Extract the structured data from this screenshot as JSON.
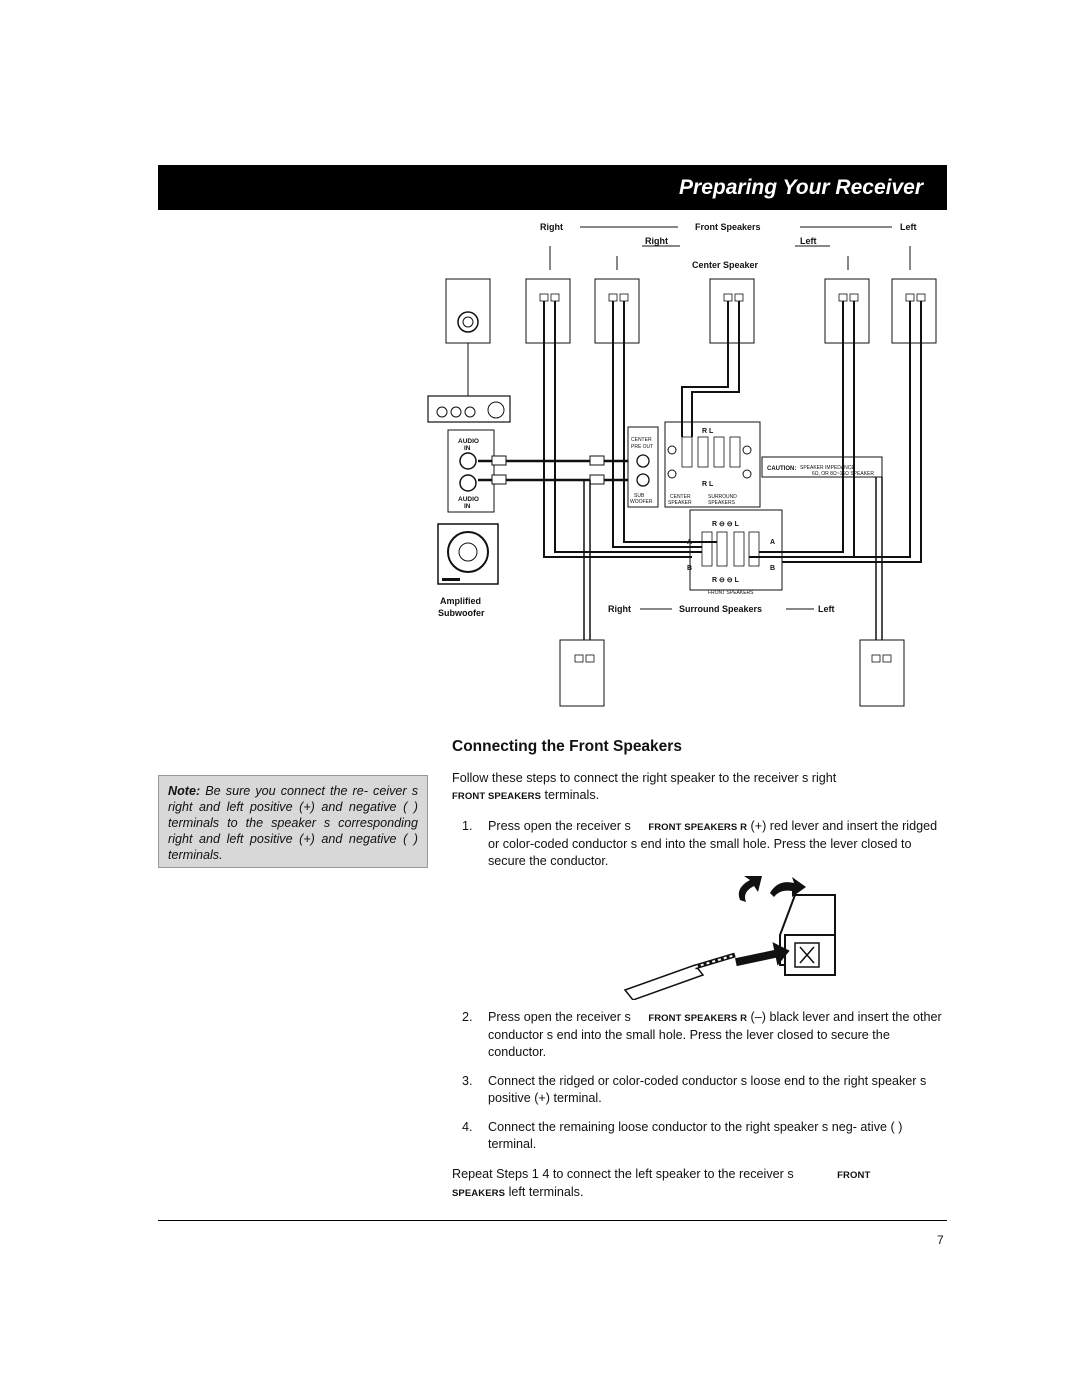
{
  "header": {
    "title": "Preparing Your Receiver"
  },
  "diagram": {
    "front_right": "Right",
    "front_speakers": "Front Speakers",
    "front_left": "Left",
    "center_right": "Right",
    "center_left": "Left",
    "center_speaker": "Center Speaker",
    "audio_in_1": "AUDIO",
    "audio_in_1b": "IN",
    "audio_in_2": "AUDIO",
    "audio_in_2b": "IN",
    "center_preout": "CENTER",
    "center_preout_b": "PRE OUT",
    "sub_woofer": "SUB",
    "sub_woofer_b": "WOOFER",
    "center_spk_lbl": "CENTER",
    "center_spk_lbl_b": "SPEAKER",
    "surround_lbl": "SURROUND",
    "surround_lbl_b": "SPEAKERS",
    "caution": "CAUTION:",
    "impedance": "SPEAKER IMPEDANCE",
    "impedance_b": "6Ω, OR 8Ω~16Ω SPEAKER",
    "rl_top": "R    L",
    "rl_mid": "R    L",
    "ab_a": "A",
    "ab_b": "B",
    "front_speakers_small": "FRONT SPEAKERS",
    "amplified": "Amplified",
    "subwoofer": "Subwoofer",
    "surround_right": "Right",
    "surround_speakers": "Surround Speakers",
    "surround_left": "Left"
  },
  "note": {
    "label": "Note:",
    "text": "Be sure you connect the re- ceiver s right and left positive (+) and negative ( ) terminals to the speaker s corresponding right and left positive (+) and negative ( ) terminals."
  },
  "section": {
    "title": "Connecting the Front Speakers",
    "intro": "Follow these steps to connect the right speaker to the receiver s right",
    "intro_caps": "FRONT SPEAKERS",
    "intro_end": "terminals."
  },
  "steps": [
    {
      "num": "1.",
      "pre": "Press open the receiver s",
      "caps": "FRONT SPEAKERS R",
      "post": "(+) red lever and insert the ridged or color-coded conductor s end into the small hole. Press the lever closed to secure the conductor."
    },
    {
      "num": "2.",
      "pre": "Press open the receiver s",
      "caps": "FRONT SPEAKERS R",
      "post": "(–) black lever and insert the other conductor s end into the small hole. Press the lever closed to secure the conductor."
    },
    {
      "num": "3.",
      "text": "Connect the ridged or color-coded conductor s loose end to the right speaker s positive (+) terminal."
    },
    {
      "num": "4.",
      "text": "Connect the remaining loose conductor to the right speaker s neg- ative ( ) terminal."
    }
  ],
  "repeat": {
    "pre": "Repeat Steps 1 4 to connect the left speaker to the receiver s",
    "caps1": "FRONT",
    "caps2": "SPEAKERS",
    "post": "left terminals."
  },
  "page_number": "7"
}
